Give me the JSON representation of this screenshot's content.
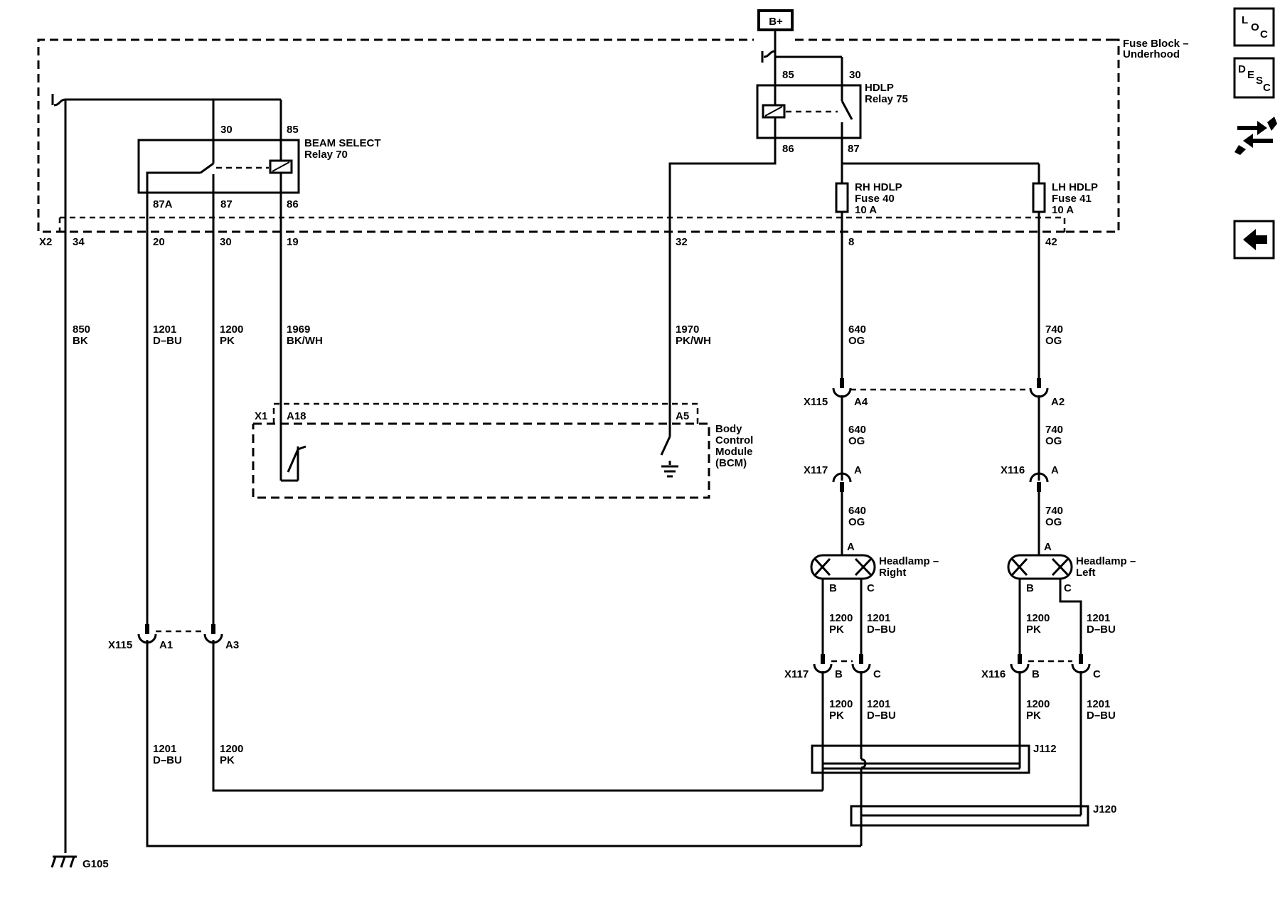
{
  "power": {
    "label": "B+"
  },
  "fuse_block": {
    "title_line1": "Fuse Block –",
    "title_line2": "Underhood"
  },
  "hdlp_relay": {
    "name": "HDLP",
    "number": "Relay 75",
    "pins": [
      "85",
      "30",
      "86",
      "87"
    ]
  },
  "beam_relay": {
    "name": "BEAM SELECT",
    "number": "Relay 70",
    "pins": [
      "30",
      "85",
      "87A",
      "87",
      "86"
    ]
  },
  "fuses": [
    {
      "name": "RH HDLP",
      "number": "Fuse 40",
      "rating": "10 A"
    },
    {
      "name": "LH HDLP",
      "number": "Fuse 41",
      "rating": "10 A"
    }
  ],
  "x2": {
    "label": "X2",
    "pins": [
      "34",
      "20",
      "30",
      "19",
      "32",
      "8",
      "42"
    ]
  },
  "wires": {
    "w850": {
      "circuit": "850",
      "color": "BK"
    },
    "w1201": {
      "circuit": "1201",
      "color": "D–BU"
    },
    "w1200": {
      "circuit": "1200",
      "color": "PK"
    },
    "w1969": {
      "circuit": "1969",
      "color": "BK/WH"
    },
    "w1970": {
      "circuit": "1970",
      "color": "PK/WH"
    },
    "w640": {
      "circuit": "640",
      "color": "OG"
    },
    "w740": {
      "circuit": "740",
      "color": "OG"
    }
  },
  "bcm": {
    "connector": "X1",
    "pin_a": "A18",
    "pin_b": "A5",
    "name_lines": [
      "Body",
      "Control",
      "Module",
      "(BCM)"
    ]
  },
  "connectors": {
    "x115": "X115",
    "x116": "X116",
    "x117": "X117",
    "pins": {
      "a1": "A1",
      "a2": "A2",
      "a3": "A3",
      "a4": "A4",
      "a": "A",
      "b": "B",
      "c": "C"
    }
  },
  "headlamps": {
    "right": {
      "line1": "Headlamp –",
      "line2": "Right"
    },
    "left": {
      "line1": "Headlamp –",
      "line2": "Left"
    }
  },
  "splices": {
    "j112": "J112",
    "j120": "J120"
  },
  "ground": {
    "label": "G105"
  },
  "nav": [
    {
      "id": "loc",
      "letters": [
        "L",
        "O",
        "C"
      ],
      "icon": "location-icon"
    },
    {
      "id": "desc",
      "letters": [
        "D",
        "E",
        "S",
        "C"
      ],
      "icon": "description-icon"
    },
    {
      "icon": "connector-repair-icon"
    },
    {
      "icon": "back-arrow-icon"
    }
  ]
}
